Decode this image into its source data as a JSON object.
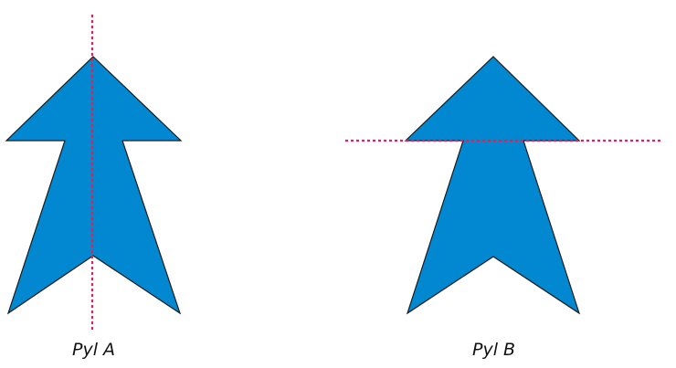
{
  "colors": {
    "arrow_fill": "#0288d1",
    "arrow_stroke": "#1a1a1a",
    "symmetry_line": "#cc2a5a"
  },
  "figures": [
    {
      "caption": "Pyl A",
      "symmetry_axis": "vertical"
    },
    {
      "caption": "Pyl B",
      "symmetry_axis": "horizontal"
    }
  ]
}
